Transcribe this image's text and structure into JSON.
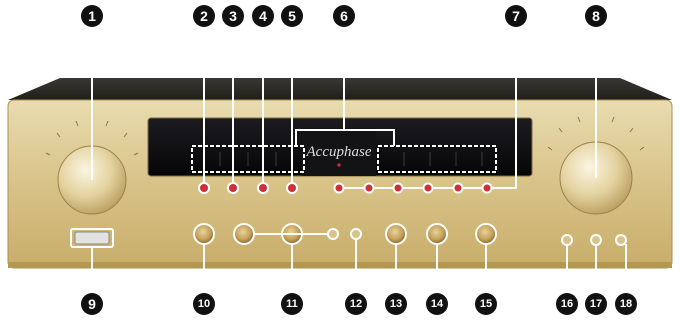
{
  "brand": {
    "logo_text": "Accuphase"
  },
  "callouts": [
    {
      "id": "1",
      "label": "1",
      "part": "input-selector-knob"
    },
    {
      "id": "2",
      "label": "2",
      "part": "indicator-led"
    },
    {
      "id": "3",
      "label": "3",
      "part": "indicator-led"
    },
    {
      "id": "4",
      "label": "4",
      "part": "indicator-led"
    },
    {
      "id": "5",
      "label": "5",
      "part": "indicator-led"
    },
    {
      "id": "6",
      "label": "6",
      "part": "display-window"
    },
    {
      "id": "7",
      "label": "7",
      "part": "indicator-led-row"
    },
    {
      "id": "8",
      "label": "8",
      "part": "volume-knob"
    },
    {
      "id": "9",
      "label": "9",
      "part": "power-switch"
    },
    {
      "id": "10",
      "label": "10",
      "part": "knob"
    },
    {
      "id": "11",
      "label": "11",
      "part": "knob-group"
    },
    {
      "id": "12",
      "label": "12",
      "part": "button"
    },
    {
      "id": "13",
      "label": "13",
      "part": "knob"
    },
    {
      "id": "14",
      "label": "14",
      "part": "knob"
    },
    {
      "id": "15",
      "label": "15",
      "part": "knob"
    },
    {
      "id": "16",
      "label": "16",
      "part": "button"
    },
    {
      "id": "17",
      "label": "17",
      "part": "button"
    },
    {
      "id": "18",
      "label": "18",
      "part": "button"
    }
  ],
  "colors": {
    "panel_gold": "#d9c58a",
    "panel_gold_dark": "#b59c5a",
    "chassis_top": "#2d2b26",
    "display_black": "#0e0e10",
    "callout_fill": "#111111",
    "leader_line": "#ffffff",
    "led_red": "#d6303a"
  }
}
